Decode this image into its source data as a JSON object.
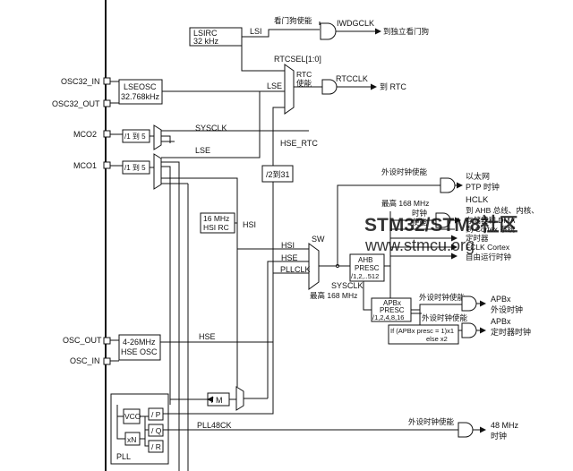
{
  "oscillators": {
    "lsirc": [
      "LSIRC",
      "32 kHz"
    ],
    "lseosc": [
      "LSEOSC",
      "32.768kHz"
    ],
    "hsirc": [
      "16 MHz",
      "HSI RC"
    ],
    "hseosc": [
      "4-26MHz",
      "HSE OSC"
    ]
  },
  "pins": {
    "osc32_in": "OSC32_IN",
    "osc32_out": "OSC32_OUT",
    "mco2": "MCO2",
    "mco1": "MCO1",
    "osc_out": "OSC_OUT",
    "osc_in": "OSC_IN"
  },
  "signals": {
    "lsi": "LSI",
    "lse": "LSE",
    "sysclk_mco": "SYSCLK",
    "lse_mco": "LSE",
    "hsi_mco": "HSI",
    "hsi": "HSI",
    "hse_main": "HSE",
    "hse_mux": "HSE",
    "pllclk": "PLLCLK",
    "hse_rtc": "HSE_RTC",
    "sysclk_out": "SYSCLK",
    "max168": "最高 168 MHz",
    "pll48ck": "PLL48CK",
    "sw": "SW"
  },
  "blocks": {
    "mco2_div": "/1 到 5",
    "mco1_div": "/1 到 5",
    "div2_31": "/2到31",
    "ahb_presc": [
      "AHB",
      "PRESC",
      "/1,2,..512"
    ],
    "apbx_presc": [
      "APBx",
      "PRESC",
      "/1,2,4,8,16"
    ],
    "apb_timer_note": [
      "If (APBx presc = 1)x1",
      "else x2"
    ],
    "div_m": "/ M",
    "vco": "VCO",
    "xn": "xN",
    "div_p": "/ P",
    "div_q": "/ Q",
    "div_r": "/ R",
    "pll": "PLL"
  },
  "rtc": {
    "rtcsel": "RTCSEL[1:0]",
    "rtc_enable": [
      "RTC",
      "使能"
    ],
    "rtcclk": "RTCCLK",
    "to_rtc": "到 RTC"
  },
  "watchdog": {
    "enable": "看门狗使能",
    "iwdgclk": "IWDGCLK",
    "to_iwdg": "到独立看门狗"
  },
  "outputs": {
    "ptp_enable": "外设时钟使能",
    "ptp_label": [
      "以太网",
      "PTP 时钟"
    ],
    "max168_hclk": "最高 168 MHz",
    "clock_enable": [
      "时钟",
      "使能"
    ],
    "hclk_desc": [
      "HCLK",
      "到 AHB 总线、内核、",
      "存储器和 DMA",
      "到 Cortex 系统",
      "定时器",
      "FCLK Cortex",
      "自由运行时钟"
    ],
    "apbx_enable": "外设时钟使能",
    "apbx_label": [
      "APBx",
      "外设时钟"
    ],
    "apbx_timer_enable": "外设时钟使能",
    "apbx_timer_label": [
      "APBx",
      "定时器时钟"
    ],
    "usb48_enable": "外设时钟使能",
    "usb48_label": [
      "48 MHz",
      "时钟"
    ]
  },
  "watermark": {
    "brand": "STM32/STM8社区",
    "url": "www.stmcu.org"
  }
}
